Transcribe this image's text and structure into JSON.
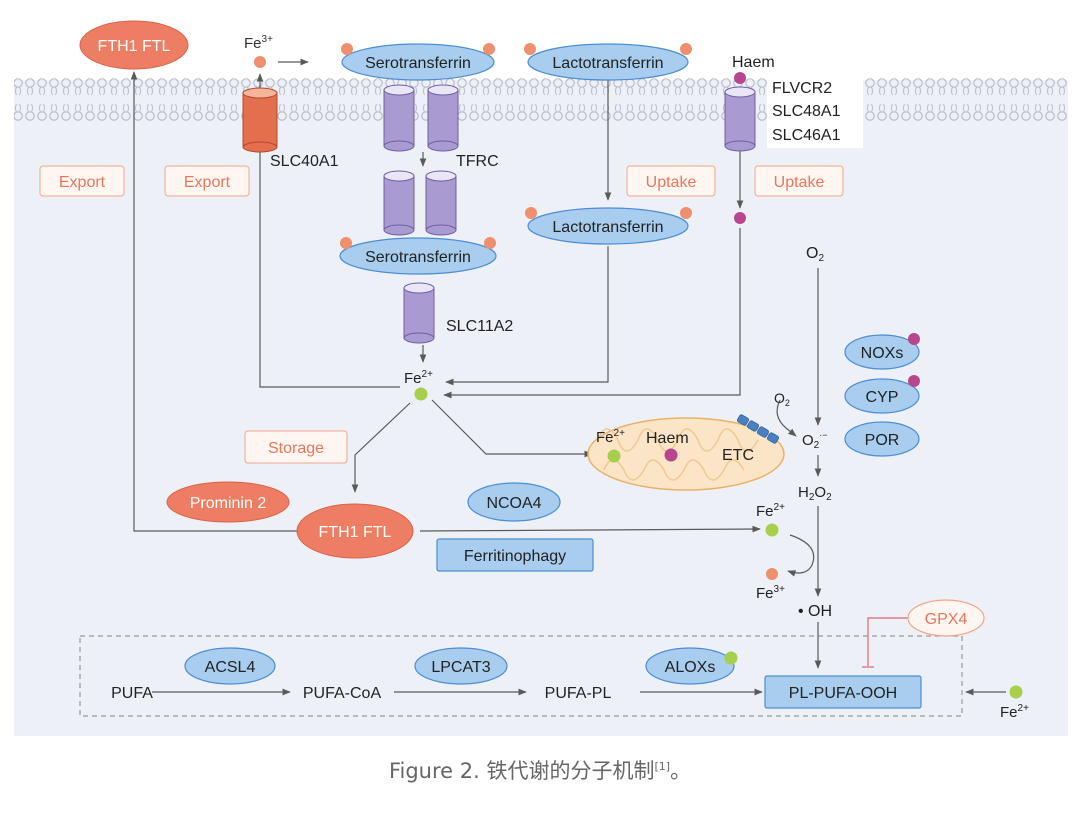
{
  "colors": {
    "panel": "#eef0f8",
    "membrane": "#b9bcc9",
    "blue_fill": "#a8cdee",
    "blue_stroke": "#4b8ed1",
    "salmon": "#ee7e63",
    "tag_text": "#e8775d",
    "tag_stroke": "#f2a58c",
    "purple": "#a99ad1",
    "lime": "#a7cf4d",
    "magenta": "#b8468f",
    "mito_fill": "#fbe5c6",
    "mito_stroke": "#ebb068",
    "arrow": "#5a5a5a",
    "inhibit": "#e17a85"
  },
  "labels": {
    "fth1_ftl_top": "FTH1 FTL",
    "fe3_top": "Fe",
    "fe3_top_sup": "3+",
    "serotransferrin_top": "Serotransferrin",
    "lactotransferrin_top": "Lactotransferrin",
    "haem_top": "Haem",
    "flvcr2": "FLVCR2",
    "slc48a1": "SLC48A1",
    "slc46a1": "SLC46A1",
    "slc40a1": "SLC40A1",
    "tfrc": "TFRC",
    "export_1": "Export",
    "export_2": "Export",
    "uptake_1": "Uptake",
    "uptake_2": "Uptake",
    "lactotransferrin_mid": "Lactotransferrin",
    "serotransferrin_mid": "Serotransferrin",
    "slc11a2": "SLC11A2",
    "o2_right": "O",
    "o2_right_sub": "2",
    "noxs": "NOXs",
    "cyp": "CYP",
    "por": "POR",
    "fe2_center": "Fe",
    "fe2_center_sup": "2+",
    "storage": "Storage",
    "o2_mito": "O",
    "o2_mito_sub": "2",
    "fe2_mito": "Fe",
    "fe2_mito_sup": "2+",
    "haem_mito": "Haem",
    "etc": "ETC",
    "superoxide": "O",
    "superoxide_sub": "2",
    "superoxide_sup": "·−",
    "h2o2_h": "H",
    "h2o2_sub": "2",
    "h2o2_o": "O",
    "h2o2_sub2": "2",
    "prominin2": "Prominin 2",
    "ncoa4": "NCOA4",
    "fth1_ftl_mid": "FTH1 FTL",
    "ferritinophagy": "Ferritinophagy",
    "fe2_fenton": "Fe",
    "fe2_fenton_sup": "2+",
    "fe3_fenton": "Fe",
    "fe3_fenton_sup": "3+",
    "oh_radical": "• OH",
    "gpx4": "GPX4",
    "acsl4": "ACSL4",
    "lpcat3": "LPCAT3",
    "aloxs": "ALOXs",
    "pufa": "PUFA",
    "pufa_coa": "PUFA-CoA",
    "pufa_pl": "PUFA-PL",
    "pl_pufa_ooh": "PL-PUFA-OOH",
    "fe2_bottom": "Fe",
    "fe2_bottom_sup": "2+"
  },
  "caption": {
    "prefix": "Figure 2.",
    "text": " 铁代谢的分子机制",
    "ref": "[1]",
    "suffix": "。"
  }
}
